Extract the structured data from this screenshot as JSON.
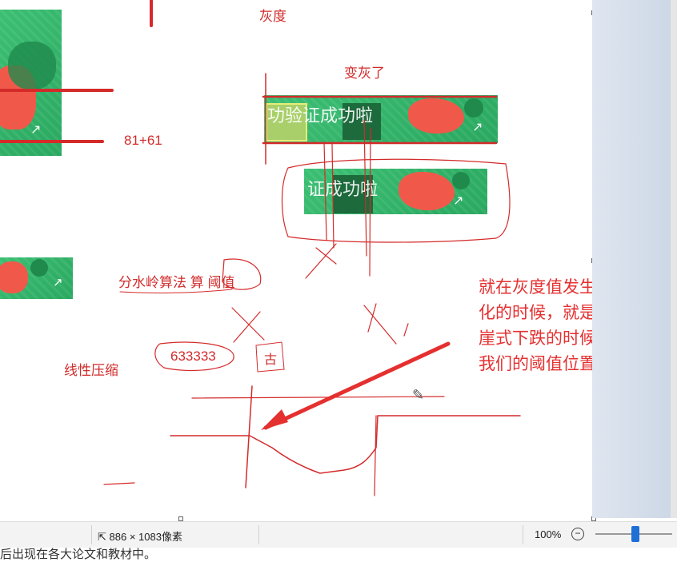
{
  "annotations": {
    "grayscale": "灰度",
    "became_gray": "变灰了",
    "sum": "81+61",
    "watershed": "分水岭算法 算 阈值",
    "linear_compress": "线性压缩",
    "number": "633333",
    "handwritten_char": "古",
    "explanation": "就在灰度值发生剧烈变化的时候，就是产生断崖式下跌的时候，就是我们的阈值位置"
  },
  "captchas": {
    "top_text": "功验证成功啦",
    "middle_text": "证成功啦"
  },
  "status_bar": {
    "dimensions": "886 × 1083像素",
    "zoom": "100%",
    "zoom_out_symbol": "−",
    "zoom_level_percent": 100
  },
  "bottom_text": "后出现在各大论文和教材中。",
  "colors": {
    "annotation_red": "#d22b2b",
    "captcha_green": "#3bbf73",
    "slider_blue": "#1e6fd6"
  }
}
